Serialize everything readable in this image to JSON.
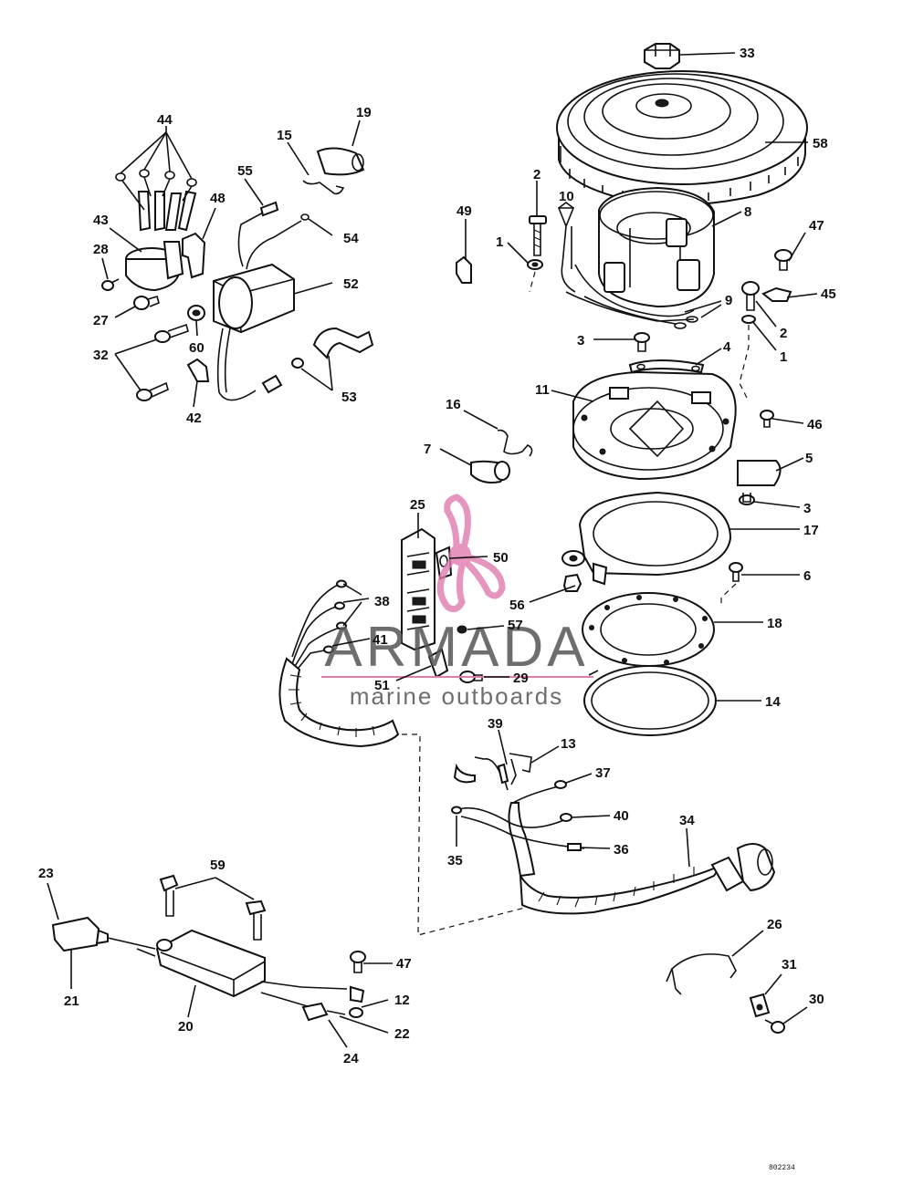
{
  "diagram": {
    "reference_code": "802234",
    "watermark": {
      "brand": "ARMADA",
      "tagline": "marine outboards",
      "accent_color": "#e07bb0"
    },
    "callouts": [
      {
        "id": "c33",
        "label": "33"
      },
      {
        "id": "c58",
        "label": "58"
      },
      {
        "id": "c2a",
        "label": "2"
      },
      {
        "id": "c10",
        "label": "10"
      },
      {
        "id": "c8",
        "label": "8"
      },
      {
        "id": "c49",
        "label": "49"
      },
      {
        "id": "c1a",
        "label": "1"
      },
      {
        "id": "c47a",
        "label": "47"
      },
      {
        "id": "c45",
        "label": "45"
      },
      {
        "id": "c9",
        "label": "9"
      },
      {
        "id": "c2b",
        "label": "2"
      },
      {
        "id": "c1b",
        "label": "1"
      },
      {
        "id": "c3a",
        "label": "3"
      },
      {
        "id": "c4",
        "label": "4"
      },
      {
        "id": "c11",
        "label": "11"
      },
      {
        "id": "c46",
        "label": "46"
      },
      {
        "id": "c16",
        "label": "16"
      },
      {
        "id": "c7",
        "label": "7"
      },
      {
        "id": "c5",
        "label": "5"
      },
      {
        "id": "c3b",
        "label": "3"
      },
      {
        "id": "c17",
        "label": "17"
      },
      {
        "id": "c6",
        "label": "6"
      },
      {
        "id": "c25",
        "label": "25"
      },
      {
        "id": "c50",
        "label": "50"
      },
      {
        "id": "c56",
        "label": "56"
      },
      {
        "id": "c18",
        "label": "18"
      },
      {
        "id": "c38",
        "label": "38"
      },
      {
        "id": "c57",
        "label": "57"
      },
      {
        "id": "c41",
        "label": "41"
      },
      {
        "id": "c51",
        "label": "51"
      },
      {
        "id": "c29",
        "label": "29"
      },
      {
        "id": "c14",
        "label": "14"
      },
      {
        "id": "c39",
        "label": "39"
      },
      {
        "id": "c13",
        "label": "13"
      },
      {
        "id": "c37",
        "label": "37"
      },
      {
        "id": "c40",
        "label": "40"
      },
      {
        "id": "c35",
        "label": "35"
      },
      {
        "id": "c36",
        "label": "36"
      },
      {
        "id": "c34",
        "label": "34"
      },
      {
        "id": "c44",
        "label": "44"
      },
      {
        "id": "c19",
        "label": "19"
      },
      {
        "id": "c15",
        "label": "15"
      },
      {
        "id": "c55",
        "label": "55"
      },
      {
        "id": "c48",
        "label": "48"
      },
      {
        "id": "c54",
        "label": "54"
      },
      {
        "id": "c43",
        "label": "43"
      },
      {
        "id": "c28",
        "label": "28"
      },
      {
        "id": "c52",
        "label": "52"
      },
      {
        "id": "c27",
        "label": "27"
      },
      {
        "id": "c60",
        "label": "60"
      },
      {
        "id": "c32",
        "label": "32"
      },
      {
        "id": "c53",
        "label": "53"
      },
      {
        "id": "c42",
        "label": "42"
      },
      {
        "id": "c23",
        "label": "23"
      },
      {
        "id": "c59",
        "label": "59"
      },
      {
        "id": "c21",
        "label": "21"
      },
      {
        "id": "c20",
        "label": "20"
      },
      {
        "id": "c47b",
        "label": "47"
      },
      {
        "id": "c12",
        "label": "12"
      },
      {
        "id": "c22",
        "label": "22"
      },
      {
        "id": "c24",
        "label": "24"
      },
      {
        "id": "c26",
        "label": "26"
      },
      {
        "id": "c31",
        "label": "31"
      },
      {
        "id": "c30",
        "label": "30"
      }
    ]
  }
}
